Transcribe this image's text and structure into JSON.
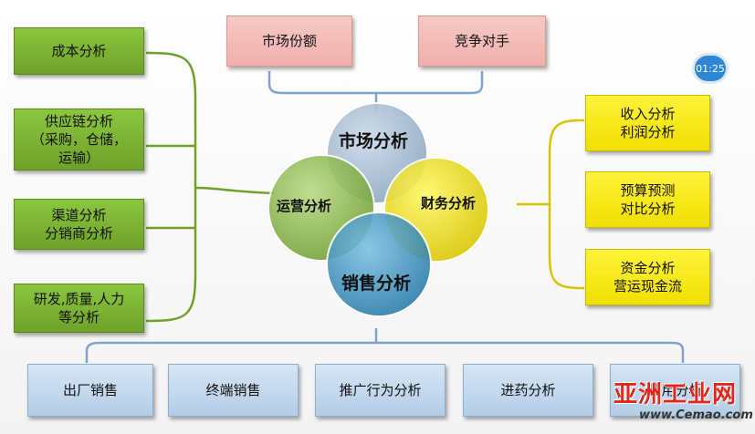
{
  "left_boxes": [
    {
      "lines": [
        "成本分析"
      ]
    },
    {
      "lines": [
        "供应链分析",
        "（采购，仓储，",
        "运输）"
      ]
    },
    {
      "lines": [
        "渠道分析",
        "分销商分析"
      ]
    },
    {
      "lines": [
        "研发,质量,人力",
        "等分析"
      ]
    }
  ],
  "top_boxes": [
    "市场份额",
    "竞争对手"
  ],
  "right_boxes": [
    {
      "lines": [
        "收入分析",
        "利润分析"
      ]
    },
    {
      "lines": [
        "预算预测",
        "对比分析"
      ]
    },
    {
      "lines": [
        "资金分析",
        "营运现金流"
      ]
    }
  ],
  "bottom_boxes": [
    "出厂销售",
    "终端销售",
    "推广行为分析",
    "进药分析",
    "费用分析"
  ],
  "circles": {
    "top": "市场分析",
    "left": "运营分析",
    "right": "财务分析",
    "bottom": "销售分析"
  },
  "timer": "01:25",
  "watermark": {
    "main": "亚洲工业网",
    "sub": "www.Cemao.com"
  },
  "colors": {
    "green": "#7ab234",
    "pink": "#f4c2be",
    "yellow": "#f7ea10",
    "blue": "#c3d8ec",
    "circle_top": "#9eb4cc",
    "circle_left": "#8fbf4d",
    "circle_right": "#f0e000",
    "circle_bottom": "#3b96c7"
  }
}
